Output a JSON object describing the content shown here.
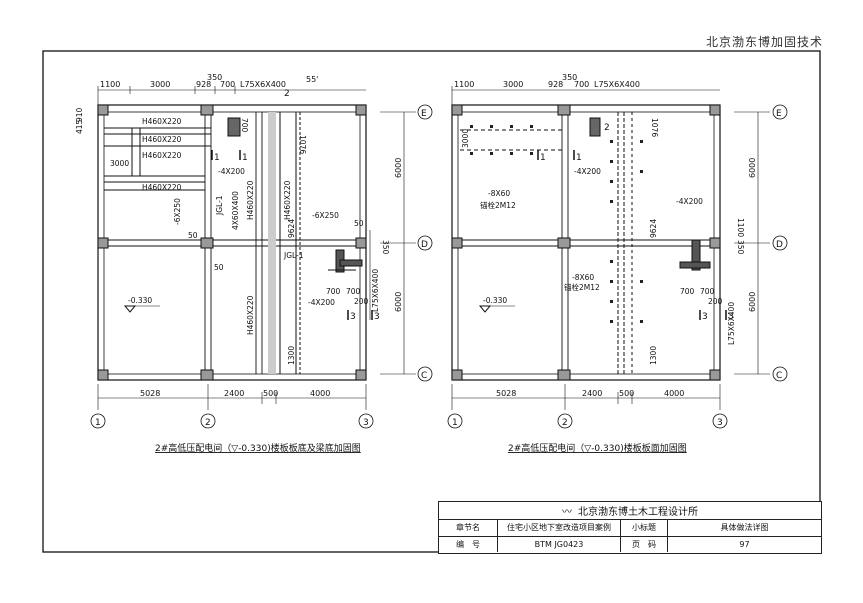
{
  "watermark": "北京渤东博加固技术",
  "left_plan": {
    "top_dims": [
      "1100",
      "3000",
      "928",
      "350",
      "700",
      "L75X6X400",
      "55'"
    ],
    "beams": [
      "H460X220",
      "H460X220",
      "H460X220",
      "H460X220",
      "H460X220",
      "H460X220",
      "H460X220"
    ],
    "labels": [
      "JGL-1",
      "JGL-1",
      "-4X200",
      "-6X250",
      "-6X250",
      "-4X200",
      "4X60X400",
      "3000",
      "1076",
      "9624",
      "1300",
      "-0.330",
      "50",
      "50",
      "50",
      "700",
      "700",
      "700",
      "200",
      "350",
      "L75X6X400",
      "6000",
      "6000",
      "415",
      "910"
    ],
    "section_marks": [
      "1",
      "1",
      "2",
      "3",
      "3"
    ],
    "bottom_dims": [
      "5028",
      "2400",
      "500",
      "4000"
    ],
    "axes_right": [
      "E",
      "D",
      "C"
    ],
    "axes_bottom": [
      "1",
      "2",
      "3"
    ],
    "title": "2#高低压配电间（▽-0.330)楼板板底及梁底加固图"
  },
  "right_plan": {
    "top_dims": [
      "1100",
      "3000",
      "928",
      "350",
      "700",
      "L75X6X400"
    ],
    "labels": [
      "-8X60",
      "锚栓2M12",
      "-8X60",
      "锚栓2M12",
      "-4X200",
      "-4X200",
      "3000",
      "1076",
      "9624",
      "1300",
      "-0.330",
      "700",
      "700",
      "200",
      "350",
      "1100",
      "L75X6X400",
      "6000",
      "6000"
    ],
    "section_marks": [
      "1",
      "1",
      "2",
      "3",
      "3"
    ],
    "bottom_dims": [
      "5028",
      "2400",
      "500",
      "4000"
    ],
    "axes_right": [
      "E",
      "D",
      "C"
    ],
    "axes_bottom": [
      "1",
      "2",
      "3"
    ],
    "title": "2#高低压配电间（▽-0.330)楼板板面加固图"
  },
  "title_block": {
    "company": "北京渤东博土木工程设计所",
    "chapter_label": "章节名",
    "chapter_value": "住宅小区地下室改造项目案例",
    "subtitle_label": "小标题",
    "subtitle_value": "具体做法详图",
    "number_label": "编　号",
    "number_value": "BTM JG0423",
    "page_label": "页　码",
    "page_value": "97"
  }
}
